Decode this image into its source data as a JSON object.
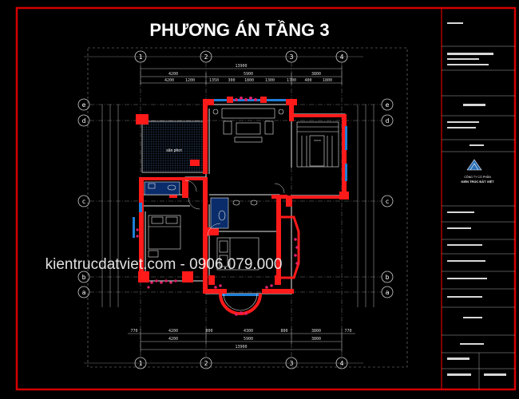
{
  "title": "PHƯƠNG ÁN TẦNG 3",
  "watermark": "kientrucdatviet.com - 0906.079.000",
  "room_label": "sân phơi",
  "grid_columns": [
    "1",
    "2",
    "3",
    "4"
  ],
  "grid_rows": [
    "e",
    "d",
    "c",
    "b",
    "a"
  ],
  "top_dimensions": {
    "overall": "13900",
    "spans": [
      "4200",
      "5900",
      "3800"
    ],
    "details": [
      "4200",
      "1200",
      "1350",
      "300",
      "1800",
      "1300",
      "1700",
      "400",
      "1800"
    ]
  },
  "bottom_dimensions": {
    "overall": "13900",
    "spans": [
      "4200",
      "5900",
      "3800"
    ],
    "details": [
      "770",
      "4200",
      "800",
      "4300",
      "800",
      "3800",
      "770"
    ]
  },
  "titleblock": {
    "company_lines": [
      "CÔNG TY CỔ PHẦN",
      "KIẾN TRÚC ĐẤT VIỆT"
    ]
  },
  "colors": {
    "frame": "#d40000",
    "wall": "#ff1a1a",
    "line": "#e8e8e8",
    "grid": "#b0b0b0",
    "glass": "#1e7fd8",
    "plant": "#e0206a",
    "title": "#ffffff"
  }
}
